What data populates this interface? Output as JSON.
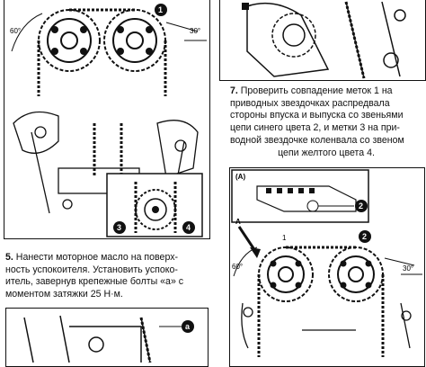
{
  "figure_top_left": {
    "angle_left": "60°",
    "angle_right": "30°",
    "mark_1": "1",
    "mark_3": "3",
    "mark_4": "4"
  },
  "figure_top_right": {},
  "step7": {
    "number": "7.",
    "lines": [
      "Проверить совпадение меток 1 на",
      "приводных звездочках распредвала",
      "стороны впуска и выпуска со звеньями",
      "цепи синего цвета 2, и метки 3 на при-",
      "водной звездочке коленвала со звеном",
      "цепи желтого цвета 4."
    ]
  },
  "step5": {
    "number": "5.",
    "lines": [
      "Нанести моторное масло на поверх-",
      "ность успокоителя. Установить успоко-",
      "итель, завернув крепежные болты «а» с",
      "моментом затяжки 25 Н·м."
    ]
  },
  "figure_bottom_left": {
    "callout_a": "a"
  },
  "figure_bottom_right": {
    "panel_label": "(A)",
    "callout_a_arrow": "A",
    "mark_1": "1",
    "mark_2": "2",
    "mark_2_inset": "2",
    "angle_left": "60°",
    "angle_right": "30°"
  }
}
